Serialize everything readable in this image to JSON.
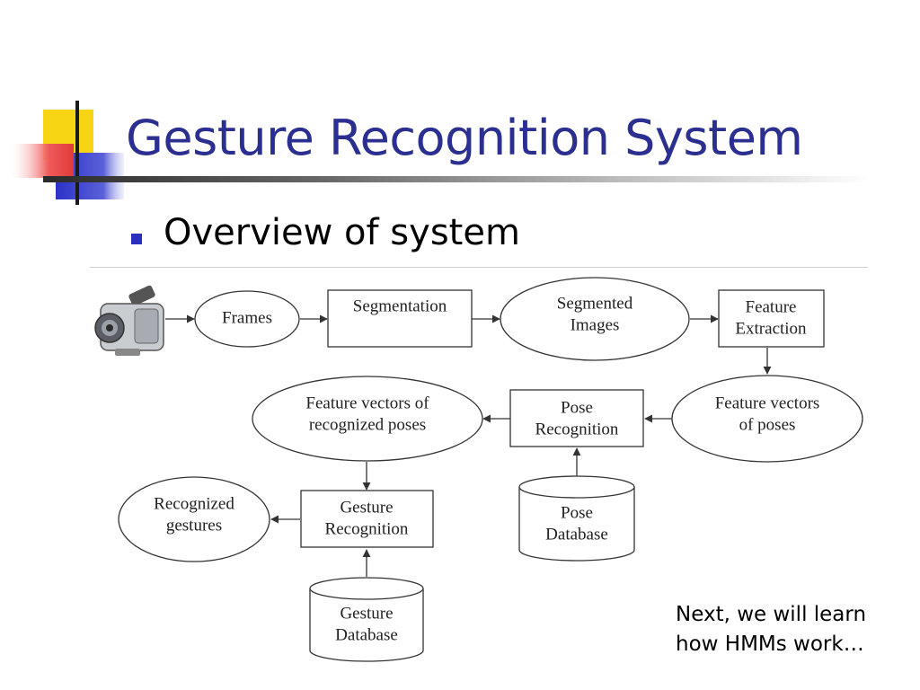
{
  "slide": {
    "title": "Gesture Recognition System",
    "bullet": "Overview of system",
    "note_lines": [
      "Next, we will learn",
      "how HMMs work…"
    ]
  },
  "colors": {
    "title": "#2b2f8f",
    "bullet": "#2b2fbd",
    "decor_yellow": "#f7d515",
    "decor_blue": "#2c32c8",
    "decor_red": "#e84848"
  },
  "icons": {
    "camera": "video-camera-icon"
  },
  "diagram": {
    "nodes": {
      "frames": [
        "Frames"
      ],
      "segmentation": [
        "Segmentation"
      ],
      "segmented_images": [
        "Segmented",
        "Images"
      ],
      "feature_extraction": [
        "Feature",
        "Extraction"
      ],
      "feature_vectors_poses": [
        "Feature vectors",
        "of poses"
      ],
      "pose_recognition": [
        "Pose",
        "Recognition"
      ],
      "pose_database": [
        "Pose",
        "Database"
      ],
      "feature_vectors_recognized": [
        "Feature vectors of",
        "recognized poses"
      ],
      "gesture_recognition": [
        "Gesture",
        "Recognition"
      ],
      "gesture_database": [
        "Gesture",
        "Database"
      ],
      "recognized_gestures": [
        "Recognized",
        "gestures"
      ]
    }
  }
}
